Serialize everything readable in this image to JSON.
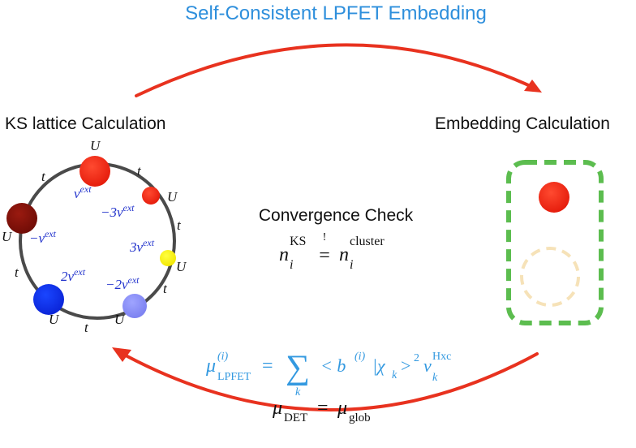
{
  "title": "Self-Consistent LPFET Embedding",
  "left_panel": {
    "label": "KS lattice Calculation"
  },
  "right_panel": {
    "label": "Embedding Calculation"
  },
  "center": {
    "heading": "Convergence Check",
    "eq_n": "n",
    "eq_i": "i",
    "eq_ks": "KS",
    "eq_bang": "!",
    "eq_cluster": "cluster"
  },
  "lattice": {
    "U": "U",
    "t": "t",
    "v_ext": "v",
    "v_ext_sup": "ext",
    "neg_v_ext": "−v",
    "neg3_v_ext": "−3v",
    "three_v_ext": "3v",
    "neg2_v_ext": "−2v",
    "two_v_ext": "2v"
  },
  "bottom": {
    "mu": "μ",
    "sup_i": "(i)",
    "sub_lpfet": "LPFET",
    "equals": "=",
    "sum": "∑",
    "sum_k": "k",
    "bracket_open": "< b",
    "bar": "|χ",
    "sub_k": "k",
    "bracket_close": ">",
    "sq": "2",
    "v": "v",
    "sup_hxc": "Hxc",
    "sub_det": "DET",
    "sub_glob": "glob"
  },
  "colors": {
    "title_blue": "#2e8fdc",
    "arrow_red": "#e8321f",
    "label_blue": "#2233cc",
    "formula_blue": "#3399e0",
    "ring": "#4a4a4a",
    "dash_green": "#5cbd4f",
    "dash_cream": "#f6e2b8"
  }
}
